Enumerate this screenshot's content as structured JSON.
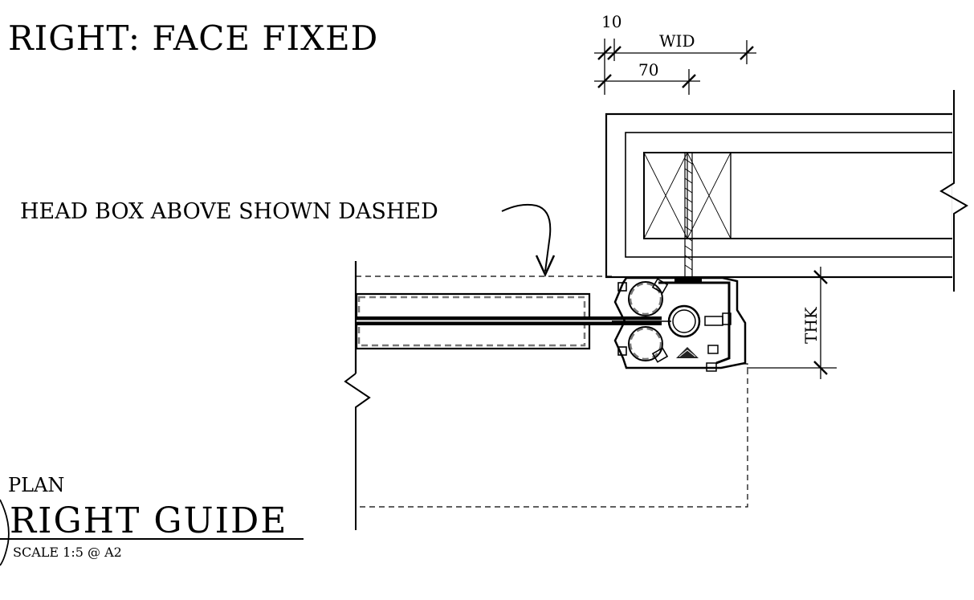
{
  "drawing": {
    "title": "RIGHT: FACE FIXED",
    "callout_note": "HEAD BOX ABOVE SHOWN DASHED",
    "dimensions": {
      "top_offset": "10",
      "width": "WID",
      "inner": "70",
      "thickness": "THK"
    },
    "view_caption": {
      "type": "PLAN",
      "name": "RIGHT GUIDE",
      "scale": "SCALE 1:5 @ A2"
    }
  },
  "colors": {
    "ink": "#000000",
    "paper": "#ffffff",
    "hidden_line": "#777777",
    "fill_light": "#cccccc"
  }
}
